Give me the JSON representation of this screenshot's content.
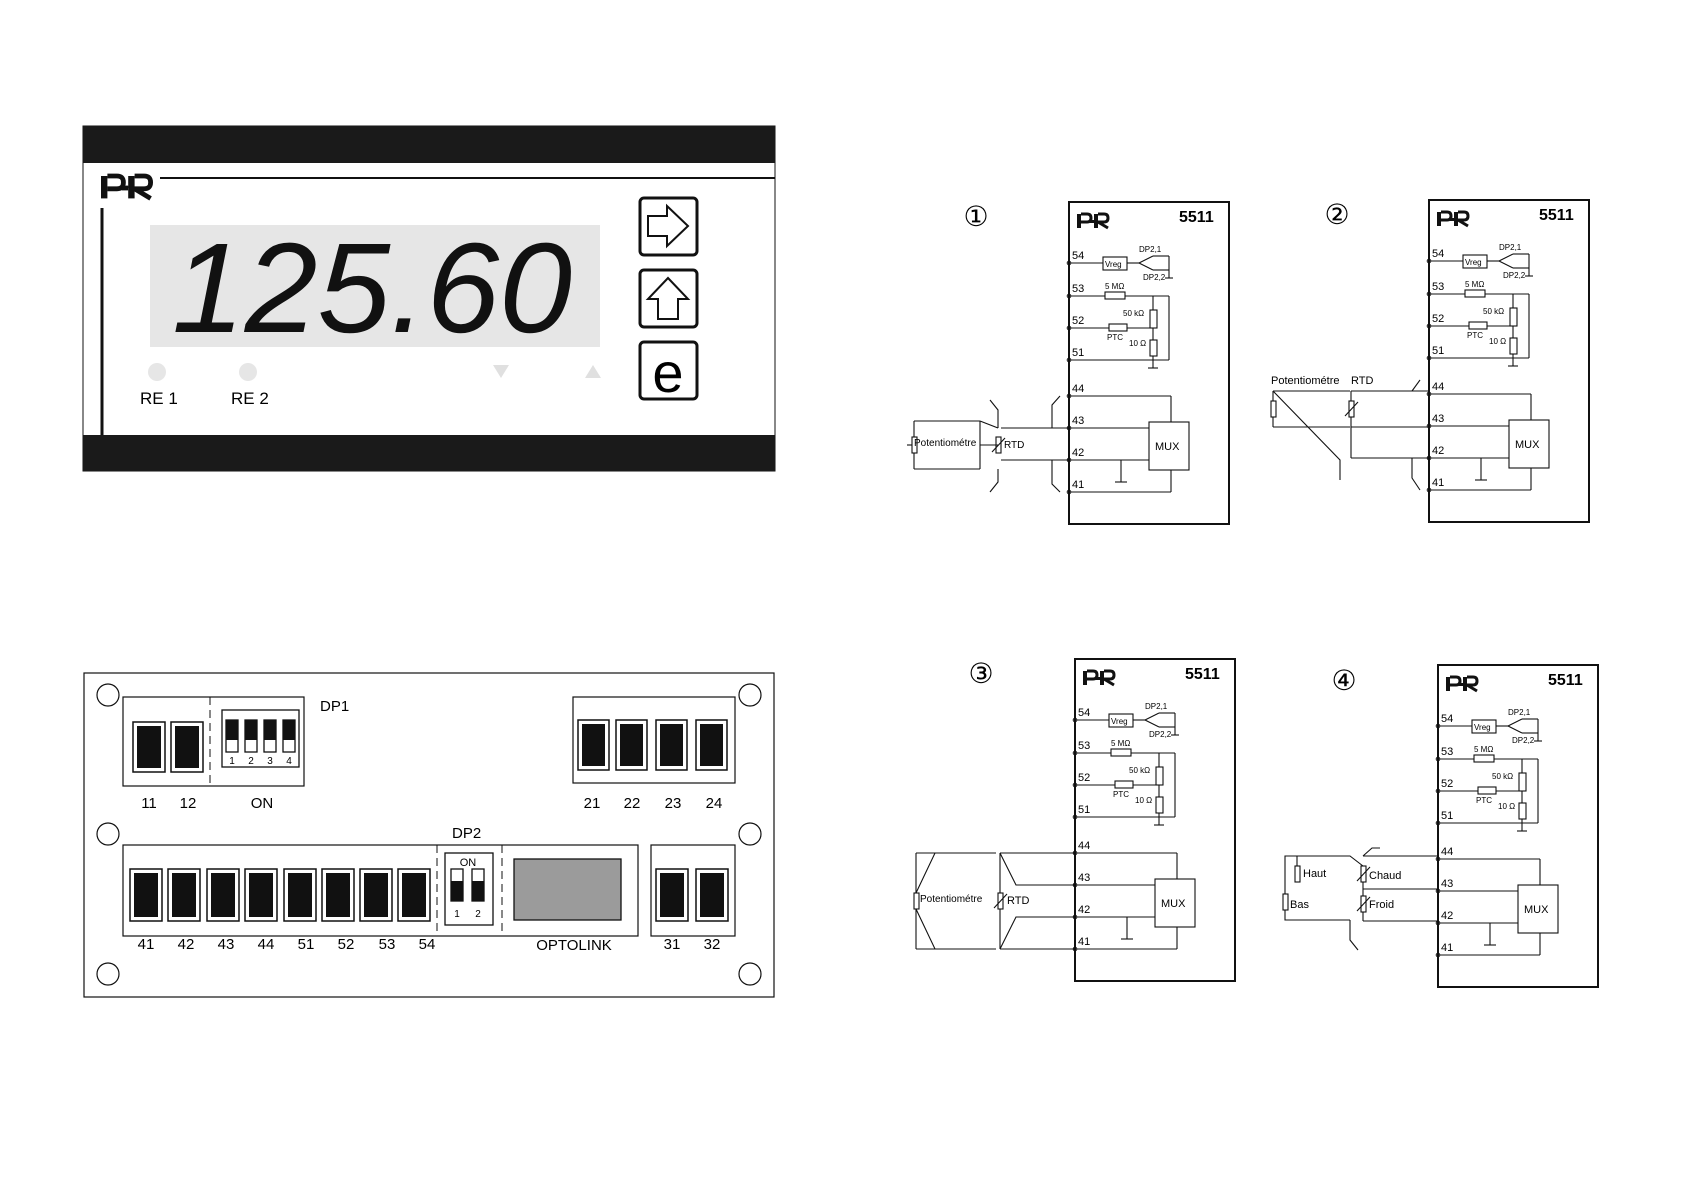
{
  "front_panel": {
    "display_value": "125.60",
    "led1_label": "RE 1",
    "led2_label": "RE 2"
  },
  "back_panel": {
    "dp1_label": "DP1",
    "dp1_switch_numbers": [
      "1",
      "2",
      "3",
      "4"
    ],
    "terminals_top_left": [
      "11",
      "12"
    ],
    "on_label": "ON",
    "terminals_top_right": [
      "21",
      "22",
      "23",
      "24"
    ],
    "dp2_label": "DP2",
    "dp2_on_label": "ON",
    "dp2_switch_numbers": [
      "1",
      "2"
    ],
    "terminals_bottom": [
      "41",
      "42",
      "43",
      "44",
      "51",
      "52",
      "53",
      "54"
    ],
    "optolink_label": "OPTOLINK",
    "terminals_bottom_right": [
      "31",
      "32"
    ]
  },
  "wiring": {
    "diagrams": [
      {
        "number": "①",
        "brand": "PR",
        "model": "5511",
        "sensor_labels": [
          "Potentiométre",
          "RTD"
        ]
      },
      {
        "number": "②",
        "brand": "PR",
        "model": "5511",
        "sensor_labels": [
          "Potentiométre",
          "RTD"
        ]
      },
      {
        "number": "③",
        "brand": "PR",
        "model": "5511",
        "sensor_labels": [
          "Potentiométre",
          "RTD"
        ]
      },
      {
        "number": "④",
        "brand": "PR",
        "model": "5511",
        "sensor_labels": [
          "Haut",
          "Bas",
          "Chaud",
          "Froid"
        ]
      }
    ],
    "module": {
      "terminals": [
        "54",
        "53",
        "52",
        "51",
        "44",
        "43",
        "42",
        "41"
      ],
      "vreg_label": "Vreg",
      "dp21_label": "DP2,1",
      "dp22_label": "DP2,2",
      "r5m_label": "5 MΩ",
      "r50k_label": "50 kΩ",
      "ptc_label": "PTC",
      "r10_label": "10 Ω",
      "mux_label": "MUX"
    }
  }
}
